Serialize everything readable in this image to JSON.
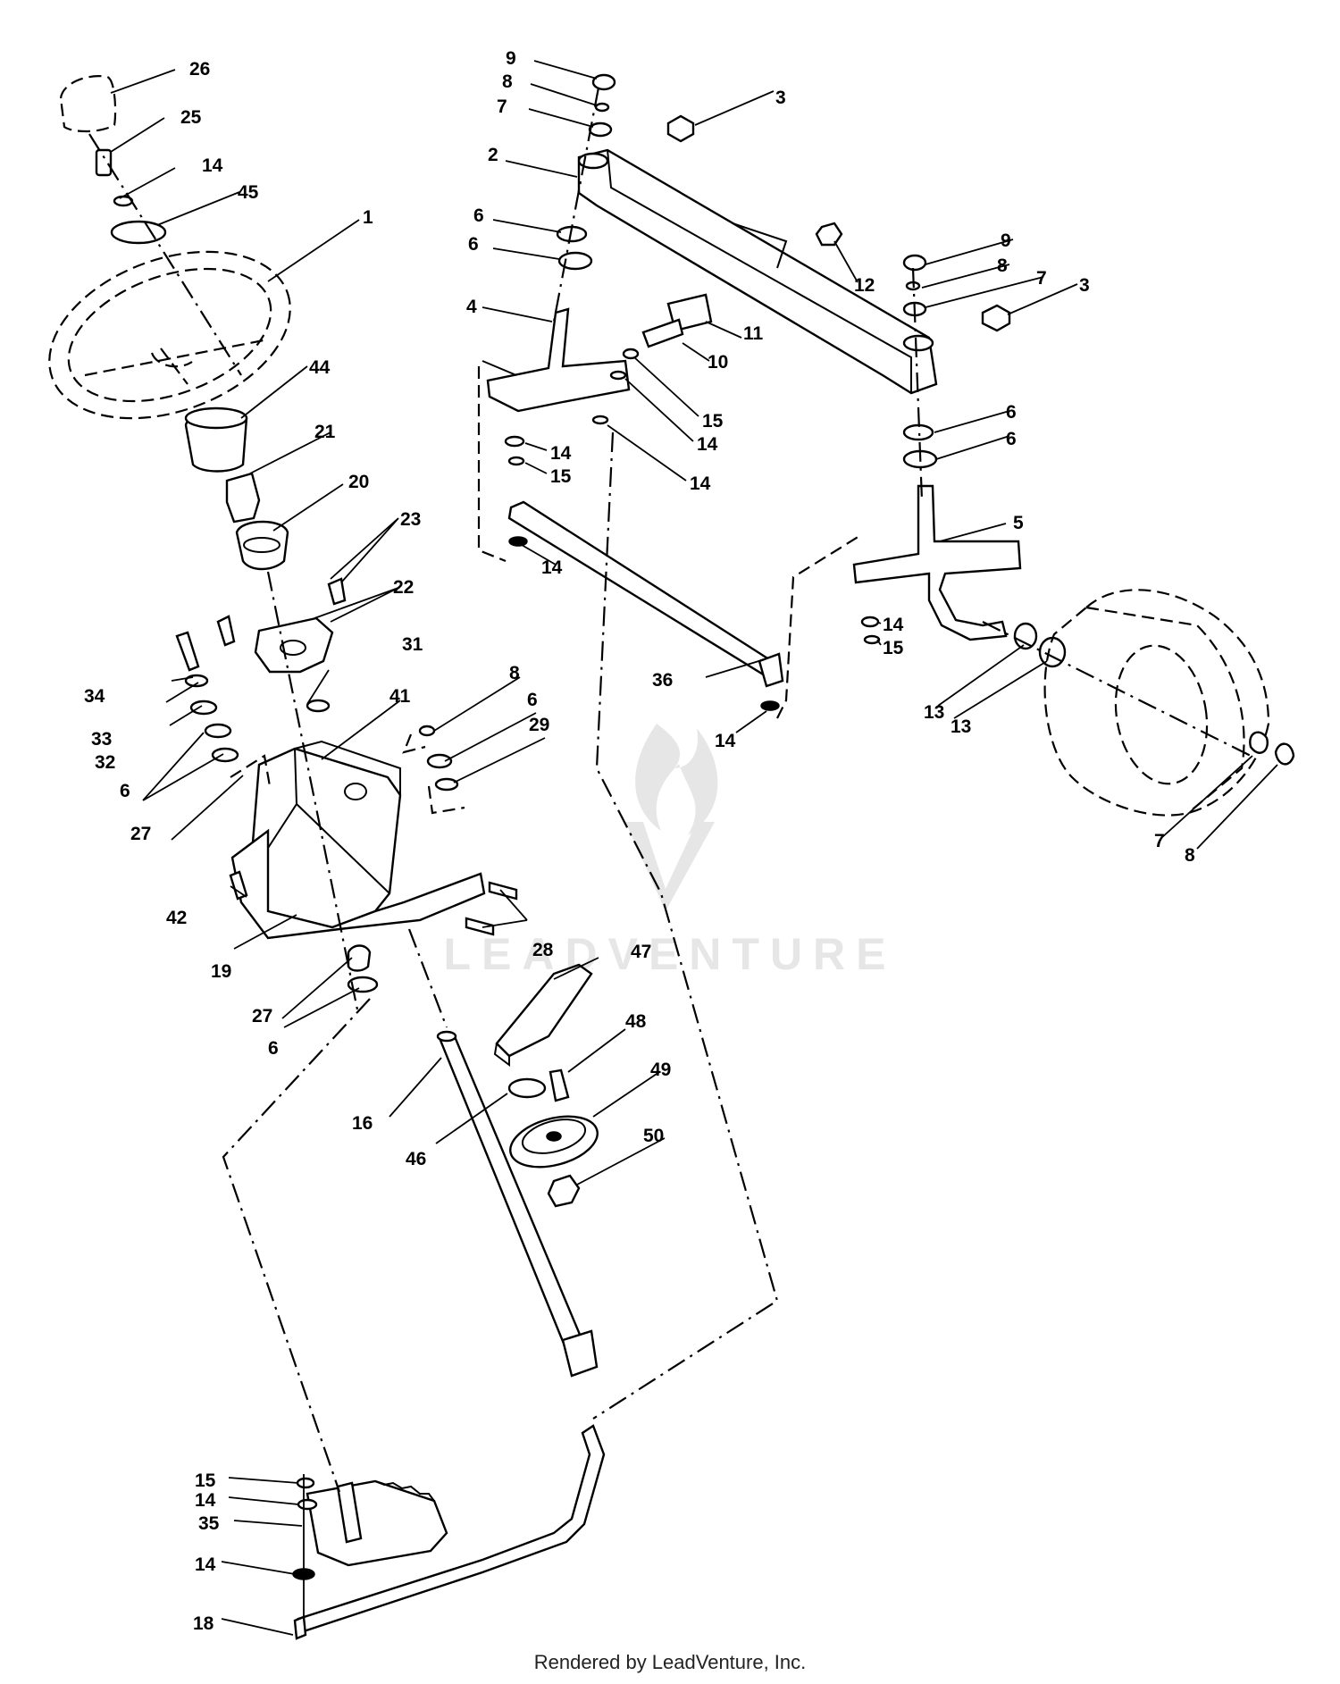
{
  "watermark": {
    "brand": "LEADVENTURE",
    "color": "#e6e6e6"
  },
  "footer": {
    "text": "Rendered by LeadVenture, Inc."
  },
  "callouts": [
    {
      "id": "c26a",
      "label": "26"
    },
    {
      "id": "c25a",
      "label": "25"
    },
    {
      "id": "c14a",
      "label": "14"
    },
    {
      "id": "c45",
      "label": "45"
    },
    {
      "id": "c1",
      "label": "1"
    },
    {
      "id": "c44",
      "label": "44"
    },
    {
      "id": "c21",
      "label": "21"
    },
    {
      "id": "c20",
      "label": "20"
    },
    {
      "id": "c23",
      "label": "23"
    },
    {
      "id": "c22",
      "label": "22"
    },
    {
      "id": "c34",
      "label": "34"
    },
    {
      "id": "c33",
      "label": "33"
    },
    {
      "id": "c32",
      "label": "32"
    },
    {
      "id": "c6a",
      "label": "6"
    },
    {
      "id": "c31",
      "label": "31"
    },
    {
      "id": "c41",
      "label": "41"
    },
    {
      "id": "c8a",
      "label": "8"
    },
    {
      "id": "c6b",
      "label": "6"
    },
    {
      "id": "c29",
      "label": "29"
    },
    {
      "id": "c27a",
      "label": "27"
    },
    {
      "id": "c42",
      "label": "42"
    },
    {
      "id": "c19",
      "label": "19"
    },
    {
      "id": "c28",
      "label": "28"
    },
    {
      "id": "c27b",
      "label": "27"
    },
    {
      "id": "c6c",
      "label": "6"
    },
    {
      "id": "c16",
      "label": "16"
    },
    {
      "id": "c46",
      "label": "46"
    },
    {
      "id": "c47",
      "label": "47"
    },
    {
      "id": "c48",
      "label": "48"
    },
    {
      "id": "c49",
      "label": "49"
    },
    {
      "id": "c50",
      "label": "50"
    },
    {
      "id": "c9a",
      "label": "9"
    },
    {
      "id": "c8b",
      "label": "8"
    },
    {
      "id": "c7a",
      "label": "7"
    },
    {
      "id": "c3a",
      "label": "3"
    },
    {
      "id": "c2",
      "label": "2"
    },
    {
      "id": "c6d",
      "label": "6"
    },
    {
      "id": "c6e",
      "label": "6"
    },
    {
      "id": "c4",
      "label": "4"
    },
    {
      "id": "c12",
      "label": "12"
    },
    {
      "id": "c11",
      "label": "11"
    },
    {
      "id": "c10",
      "label": "10"
    },
    {
      "id": "c15a",
      "label": "15"
    },
    {
      "id": "c14b",
      "label": "14"
    },
    {
      "id": "c14c",
      "label": "14"
    },
    {
      "id": "c14d",
      "label": "14"
    },
    {
      "id": "c15b",
      "label": "15"
    },
    {
      "id": "c14e",
      "label": "14"
    },
    {
      "id": "c9b",
      "label": "9"
    },
    {
      "id": "c8c",
      "label": "8"
    },
    {
      "id": "c7b",
      "label": "7"
    },
    {
      "id": "c3b",
      "label": "3"
    },
    {
      "id": "c6f",
      "label": "6"
    },
    {
      "id": "c6g",
      "label": "6"
    },
    {
      "id": "c5",
      "label": "5"
    },
    {
      "id": "c14f",
      "label": "14"
    },
    {
      "id": "c15c",
      "label": "15"
    },
    {
      "id": "c36",
      "label": "36"
    },
    {
      "id": "c14g",
      "label": "14"
    },
    {
      "id": "c13a",
      "label": "13"
    },
    {
      "id": "c13b",
      "label": "13"
    },
    {
      "id": "c7c",
      "label": "7"
    },
    {
      "id": "c8d",
      "label": "8"
    },
    {
      "id": "c15d",
      "label": "15"
    },
    {
      "id": "c14h",
      "label": "14"
    },
    {
      "id": "c35",
      "label": "35"
    },
    {
      "id": "c14i",
      "label": "14"
    },
    {
      "id": "c18",
      "label": "18"
    }
  ]
}
